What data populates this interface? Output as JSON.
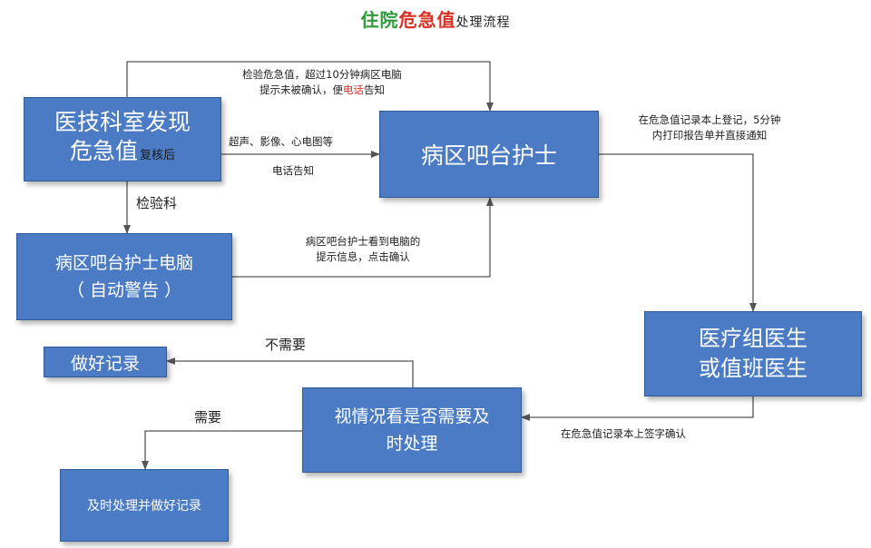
{
  "title": {
    "part1": "住院",
    "part2": "危急值",
    "part3": "处理流程",
    "color1": "#2e9b3a",
    "color2": "#d93025",
    "color3": "#222222"
  },
  "nodes": {
    "detect": {
      "line1": "医技科室发现",
      "line2": "危急值",
      "note": "复核后"
    },
    "nurse": "病区吧台护士",
    "computer": {
      "line1": "病区吧台护士电脑",
      "line2": "（ 自动警告 ）"
    },
    "doctor": {
      "line1": "医疗组医生",
      "line2": "或值班医生"
    },
    "decide": {
      "line1": "视情况看是否需要及",
      "line2": "时处理"
    },
    "record": "做好记录",
    "handle": "及时处理并做好记录"
  },
  "labels": {
    "timeout_line1": "检验危急值，超过10分钟病区电脑",
    "timeout_line2a": "提示未被确认，便",
    "timeout_line2b": "电话",
    "timeout_line2c": "告知",
    "ultrasound": "超声、影像、心电图等",
    "phone": "电话告知",
    "lab": "检验科",
    "nurse_sees_line1": "病区吧台护士看到电脑的",
    "nurse_sees_line2": "提示信息，点击确认",
    "register_line1": "在危急值记录本上登记，5分钟",
    "register_line2": "内打印报告单并直接通知",
    "sign": "在危急值记录本上签字确认",
    "no_need": "不需要",
    "need": "需要"
  },
  "colors": {
    "box": "#4a7bc4",
    "arrow": "#555555",
    "highlight": "#d93025"
  }
}
